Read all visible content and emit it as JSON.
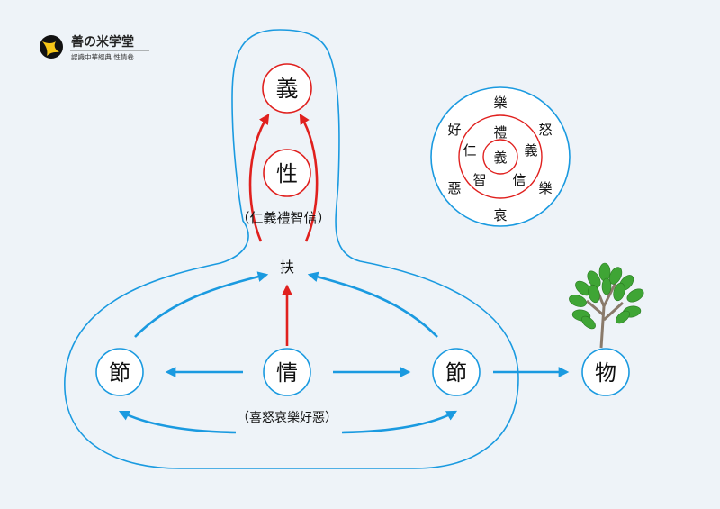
{
  "logo": {
    "title": "善の米学堂",
    "subtitle": "認識中華經典 性情卷"
  },
  "nodes": {
    "yi_top": "義",
    "xing": "性",
    "xing_sub": "（仁義禮智信）",
    "fu": "扶",
    "qing": "情",
    "qing_sub": "（喜怒哀樂好惡）",
    "jie_left": "節",
    "jie_right": "節",
    "wu": "物"
  },
  "mini_circle": {
    "center": "義",
    "inner_ring": [
      "禮",
      "義",
      "信",
      "智",
      "仁"
    ],
    "outer_ring": [
      "樂",
      "怒",
      "樂",
      "哀",
      "惡",
      "好"
    ]
  },
  "colors": {
    "blue": "#1a9ae0",
    "red": "#e0201e",
    "background": "#eef3f8",
    "tree_green": "#3fa535",
    "trunk": "#8a7a6a"
  }
}
